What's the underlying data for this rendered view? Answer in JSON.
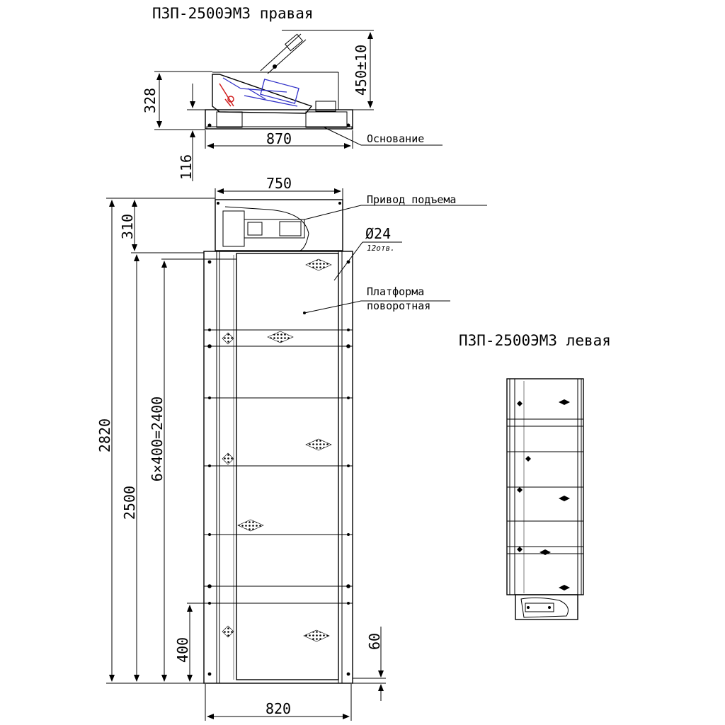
{
  "titles": {
    "right": "ПЗП-2500ЭМЗ правая",
    "left": "ПЗП-2500ЭМЗ левая"
  },
  "labels": {
    "base": "Основание",
    "drive": "Привод подъема",
    "hole_dia": "Ø24",
    "hole_count": "12отв.",
    "platform_line1": "Платформа",
    "platform_line2": "поворотная"
  },
  "dimensions": {
    "top_width": "870",
    "top_height": "328",
    "top_lift": "450±10",
    "base_height": "116",
    "plan_width": "750",
    "plan_drive_len": "310",
    "total_len": "2820",
    "platform_len": "2500",
    "pitch": "6×400=2400",
    "end_pitch": "400",
    "end_offset": "60",
    "base_width": "820"
  },
  "icons": {
    "arrow": "dimension-arrow-icon",
    "grip": "checker-plate-icon",
    "bolt": "anchor-bolt-icon"
  }
}
